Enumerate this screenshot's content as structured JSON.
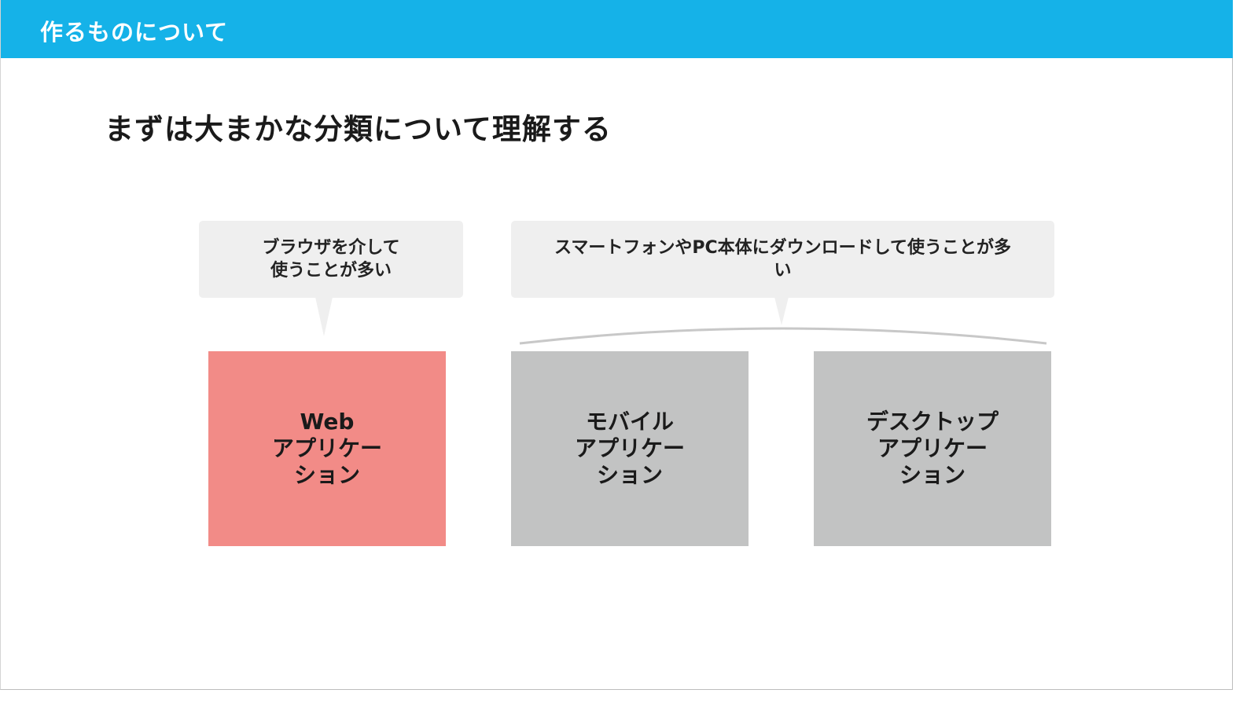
{
  "header": {
    "title": "作るものについて"
  },
  "main": {
    "title": "まずは大まかな分類について理解する"
  },
  "callouts": [
    {
      "text": "ブラウザを介して\n使うことが多い"
    },
    {
      "text": "スマートフォンやPC本体にダウンロードして使うことが多\nい"
    }
  ],
  "boxes": [
    {
      "label": "Web\nアプリケー\nション"
    },
    {
      "label": "モバイル\nアプリケー\nション"
    },
    {
      "label": "デスクトップ\nアプリケー\nション"
    }
  ],
  "colors": {
    "header_bg": "#15b2e8",
    "header_text": "#ffffff",
    "callout_bg": "#efefef",
    "web_box": "#f28b87",
    "native_box": "#c2c3c3",
    "brace_line": "#c8c8c8"
  }
}
